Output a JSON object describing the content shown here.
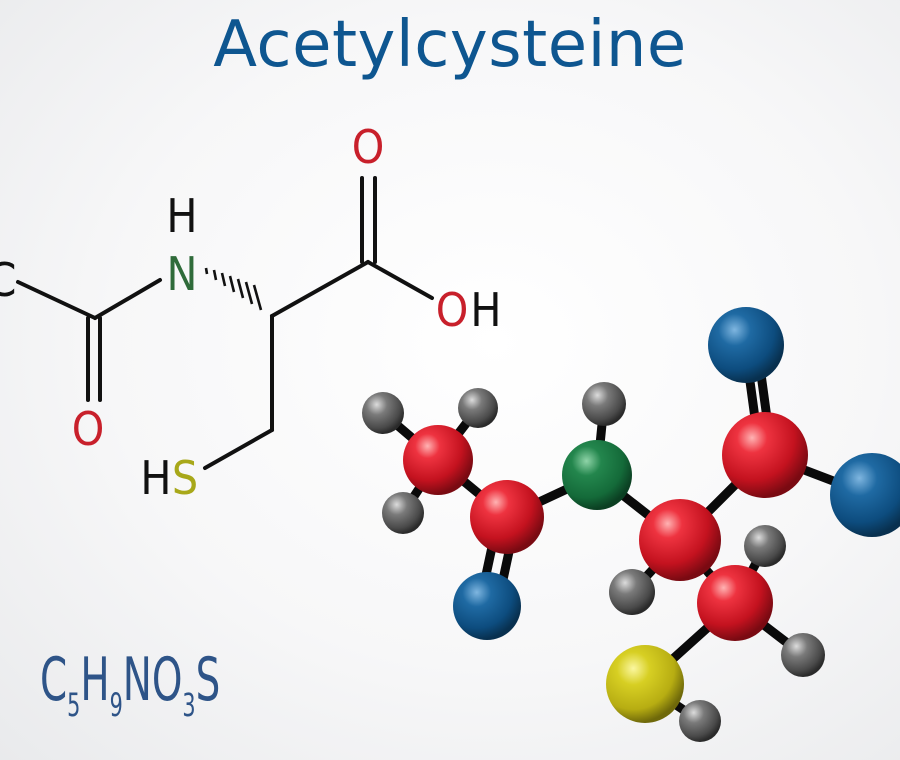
{
  "title": "Acetylcysteine",
  "structure": {
    "atom_c": "C",
    "atom_n": "N",
    "atom_nh_h": "H",
    "atom_o_top": "O",
    "atom_o_bottom": "O",
    "atom_oh_o": "O",
    "atom_oh_h": "H",
    "atom_hs_h": "H",
    "atom_hs_s": "S"
  },
  "formula": {
    "parts": [
      {
        "el": "C",
        "sub": "5"
      },
      {
        "el": "H",
        "sub": "9"
      },
      {
        "el": "N",
        "sub": ""
      },
      {
        "el": "O",
        "sub": "3"
      },
      {
        "el": "S",
        "sub": ""
      }
    ]
  },
  "colors": {
    "title": "#0e5690",
    "oxygen_label": "#c8202b",
    "nitrogen_label": "#2f6b3a",
    "sulfur_label": "#a8a81a",
    "carbon_ball": "#d11f2c",
    "nitrogen_ball": "#1f7a45",
    "oxygen_ball": "#0f5a8c",
    "sulfur_ball": "#c9c21a",
    "hydrogen_ball": "#6b6b6b",
    "formula": "#2e5488"
  }
}
